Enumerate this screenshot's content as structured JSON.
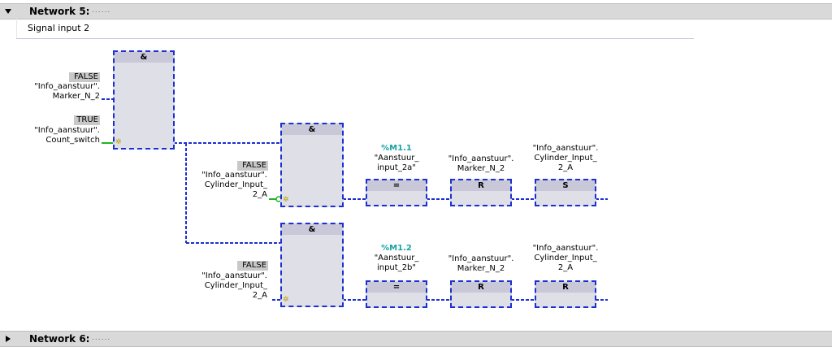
{
  "network5": {
    "title": "Network 5:",
    "dots": "......",
    "comment": "Signal input 2"
  },
  "network6": {
    "title": "Network 6:",
    "dots": "......"
  },
  "and1": {
    "label": "&",
    "in1": {
      "state": "FALSE",
      "line1": "\"Info_aanstuur\".",
      "line2": "Marker_N_2"
    },
    "in2": {
      "state": "TRUE",
      "line1": "\"Info_aanstuur\".",
      "line2": "Count_switch"
    }
  },
  "and2": {
    "label": "&",
    "in": {
      "state": "FALSE",
      "line1": "\"Info_aanstuur\".",
      "line2": "Cylinder_Input_",
      "line3": "2_A"
    }
  },
  "and3": {
    "label": "&",
    "in": {
      "state": "FALSE",
      "line1": "\"Info_aanstuur\".",
      "line2": "Cylinder_Input_",
      "line3": "2_A"
    }
  },
  "row1": {
    "coil1": {
      "addr": "%M1.1",
      "line1": "\"Aanstuur_",
      "line2": "input_2a\"",
      "op": "="
    },
    "coil2": {
      "line1": "\"Info_aanstuur\".",
      "line2": "Marker_N_2",
      "op": "R"
    },
    "coil3": {
      "line1": "\"Info_aanstuur\".",
      "line2": "Cylinder_Input_",
      "line3": "2_A",
      "op": "S"
    }
  },
  "row2": {
    "coil1": {
      "addr": "%M1.2",
      "line1": "\"Aanstuur_",
      "line2": "input_2b\"",
      "op": "="
    },
    "coil2": {
      "line1": "\"Info_aanstuur\".",
      "line2": "Marker_N_2",
      "op": "R"
    },
    "coil3": {
      "line1": "\"Info_aanstuur\".",
      "line2": "Cylinder_Input_",
      "line3": "2_A",
      "op": "R"
    }
  },
  "colors": {
    "wire": "#1c2fd0",
    "active_wire": "#22b422",
    "address": "#1aa3a3",
    "header_bg": "#d9d9d9"
  }
}
